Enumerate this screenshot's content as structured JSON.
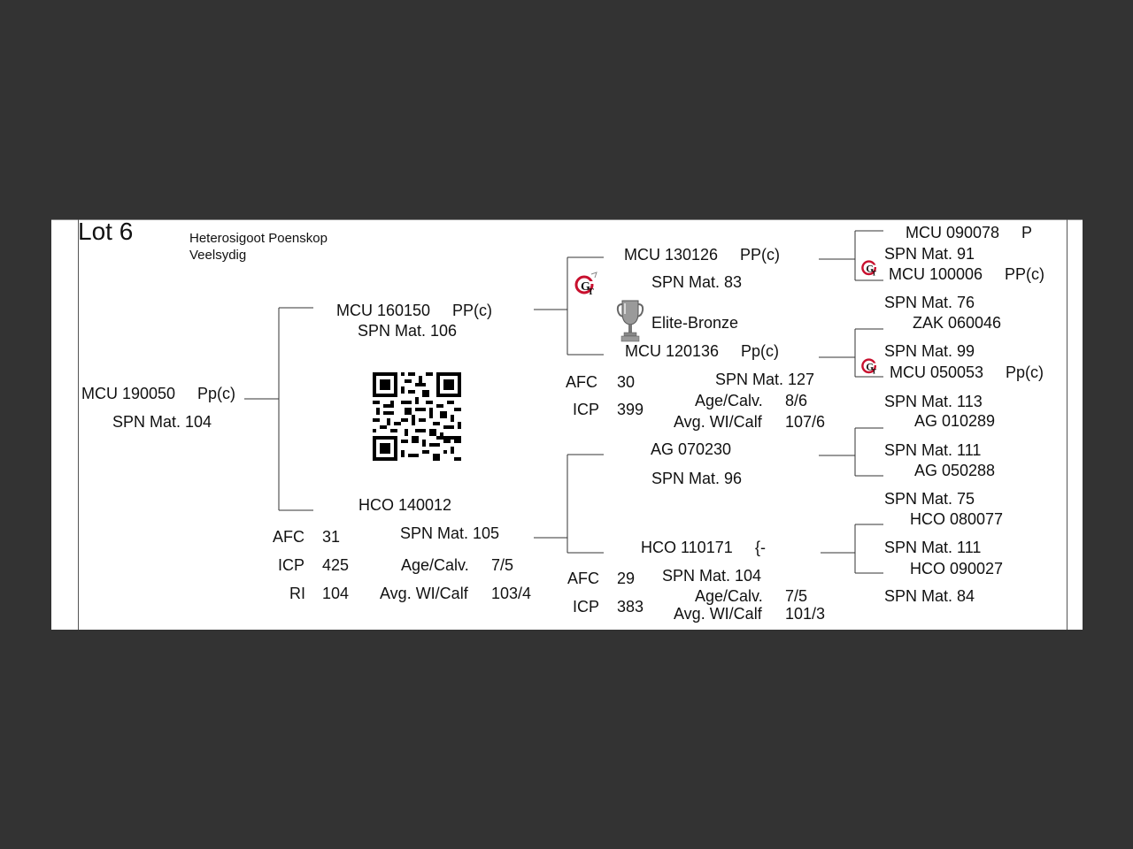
{
  "lot": "Lot 6",
  "description": [
    "Heterosigoot Poenskop",
    "Veelsydig"
  ],
  "animal": {
    "id": "MCU 190050",
    "code": "Pp(c)",
    "spn": "SPN Mat. 104"
  },
  "sire": {
    "id": "MCU 160150",
    "code": "PP(c)",
    "spn": "SPN Mat. 106"
  },
  "dam": {
    "id": "HCO 140012",
    "spn": "SPN Mat. 105",
    "afc_label": "AFC",
    "afc": "31",
    "icp_label": "ICP",
    "icp": "425",
    "ri_label": "RI",
    "ri": "104",
    "age_label": "Age/Calv.",
    "age": "7/5",
    "wi_label": "Avg. WI/Calf",
    "wi": "103/4"
  },
  "ss": {
    "id": "MCU 130126",
    "code": "PP(c)",
    "spn": "SPN Mat. 83"
  },
  "sd": {
    "award": "Elite-Bronze",
    "id": "MCU 120136",
    "code": "Pp(c)",
    "spn": "SPN Mat. 127",
    "afc_label": "AFC",
    "afc": "30",
    "icp_label": "ICP",
    "icp": "399",
    "age_label": "Age/Calv.",
    "age": "8/6",
    "wi_label": "Avg. WI/Calf",
    "wi": "107/6"
  },
  "ds": {
    "id": "AG  070230",
    "spn": "SPN Mat. 96"
  },
  "dd": {
    "id": "HCO 110171",
    "code": "{-",
    "spn": "SPN Mat. 104",
    "afc_label": "AFC",
    "afc": "29",
    "icp_label": "ICP",
    "icp": "383",
    "age_label": "Age/Calv.",
    "age": "7/5",
    "wi_label": "Avg. WI/Calf",
    "wi": "101/3"
  },
  "great": [
    {
      "id": "MCU 090078",
      "code": "P",
      "spn": "SPN Mat. 91"
    },
    {
      "id": "MCU 100006",
      "code": "PP(c)",
      "spn": "SPN Mat. 76"
    },
    {
      "id": "ZAK 060046",
      "spn": "SPN Mat. 99"
    },
    {
      "id": "MCU 050053",
      "code": "Pp(c)",
      "spn": "SPN Mat. 113"
    },
    {
      "id": "AG  010289",
      "spn": "SPN Mat. 111"
    },
    {
      "id": "AG  050288",
      "spn": "SPN Mat. 75"
    },
    {
      "id": "HCO 080077",
      "spn": "SPN Mat. 111"
    },
    {
      "id": "HCO 090027",
      "spn": "SPN Mat. 84"
    }
  ],
  "icons": {
    "gt_logo": "gt-logo-icon",
    "trophy": "trophy-icon",
    "qr": "qr-code-icon"
  },
  "colors": {
    "background": "#333333",
    "card": "#ffffff",
    "text": "#111111",
    "logo_red": "#c8102e"
  }
}
